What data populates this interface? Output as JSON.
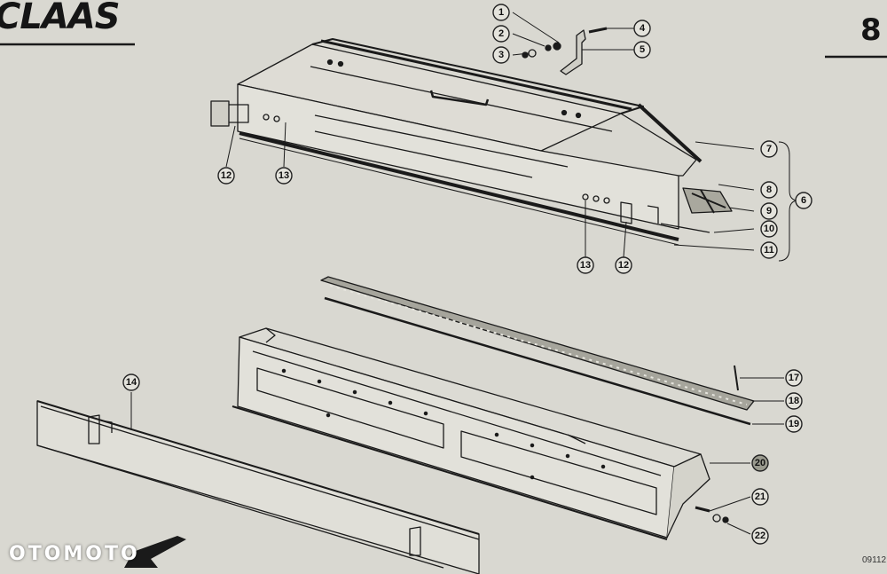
{
  "brand": "CLAAS",
  "page_number": "8",
  "watermark": "OTOMOTO",
  "document_code": "09112",
  "callouts": [
    "1",
    "2",
    "3",
    "4",
    "5",
    "6",
    "7",
    "8",
    "9",
    "10",
    "11",
    "12",
    "12",
    "13",
    "13",
    "14",
    "17",
    "18",
    "19",
    "20",
    "21",
    "22"
  ],
  "colors": {
    "background": "#d9d8d1",
    "line": "#1a1a1a",
    "highlight": "#9a9a8e"
  }
}
